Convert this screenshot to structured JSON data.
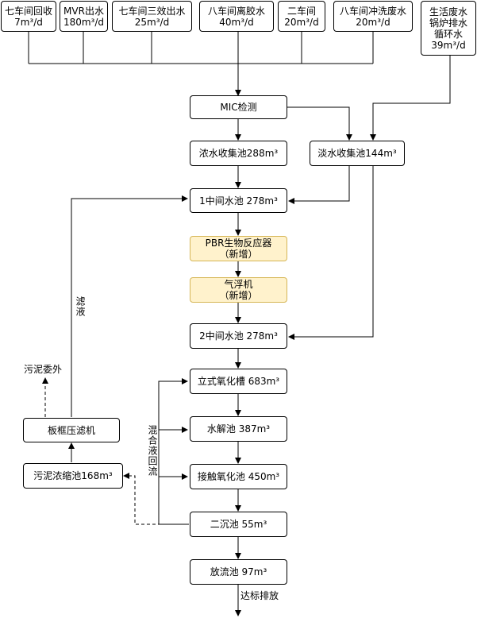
{
  "sources": [
    {
      "name": "七车间回收",
      "flow": "7m³/d"
    },
    {
      "name": "MVR出水",
      "flow": "180m³/d"
    },
    {
      "name": "七车间三效出水",
      "flow": "25m³/d"
    },
    {
      "name": "八车间离胶水",
      "flow": "40m³/d"
    },
    {
      "name": "二车间",
      "flow": "20m³/d"
    },
    {
      "name": "八车间冲洗废水",
      "flow": "20m³/d"
    }
  ],
  "domestic": {
    "line1": "生活废水",
    "line2": "锅炉排水",
    "line3": "循环水",
    "flow": "39m³/d"
  },
  "process": {
    "mic": "MIC检测",
    "conc_pool": "浓水收集池288m³",
    "fresh_pool": "淡水收集池144m³",
    "mid1": "1中间水池 278m³",
    "pbr_line1": "PBR生物反应器",
    "pbr_line2": "（新增）",
    "float_line1": "气浮机",
    "float_line2": "（新增）",
    "mid2": "2中间水池 278m³",
    "oxid_tank": "立式氧化槽 683m³",
    "hydrolysis": "水解池 387m³",
    "contact_ox": "接触氧化池 450m³",
    "clarifier": "二沉池 55m³",
    "discharge": "放流池 97m³"
  },
  "sludge": {
    "filter_press": "板框压滤机",
    "thickener": "污泥浓缩池168m³",
    "outsource": "污泥委外"
  },
  "labels": {
    "filtrate": "滤液",
    "mixed_reflux": "混合液回流",
    "compliant": "达标排放"
  }
}
